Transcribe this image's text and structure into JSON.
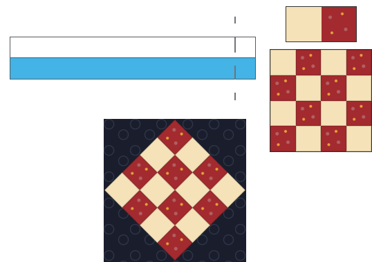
{
  "colors": {
    "white_strip": "#ffffff",
    "blue_strip": "#44b3e6",
    "strip_border": "#555a60",
    "cream_fabric": "#f5e2b8",
    "red_fabric": "#a32a2e",
    "navy_fabric": "#1a1e2c",
    "cut_line": "#6f737a"
  },
  "strip_set": {
    "strips": [
      "white",
      "blue"
    ]
  },
  "two_patch_unit": {
    "patches": [
      "cream",
      "red"
    ]
  },
  "checker_grid": {
    "rows": [
      [
        "cream",
        "red",
        "cream",
        "red"
      ],
      [
        "red",
        "cream",
        "red",
        "cream"
      ],
      [
        "cream",
        "red",
        "cream",
        "red"
      ],
      [
        "red",
        "cream",
        "red",
        "cream"
      ]
    ]
  },
  "on_point_block": {
    "background": "navy",
    "rows": [
      [
        "red",
        "cream",
        "red",
        "cream"
      ],
      [
        "cream",
        "red",
        "cream",
        "red"
      ],
      [
        "red",
        "cream",
        "red",
        "cream"
      ],
      [
        "cream",
        "red",
        "cream",
        "red"
      ]
    ]
  }
}
